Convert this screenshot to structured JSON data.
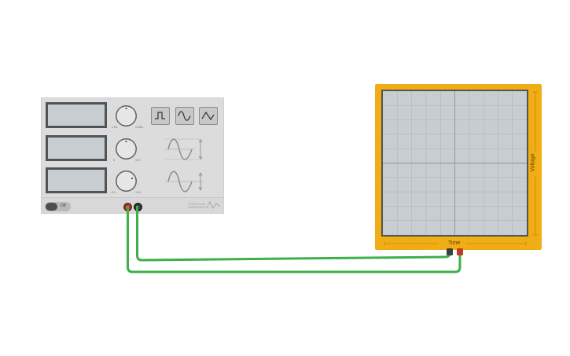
{
  "function_generator": {
    "knob_frequency": {
      "min_label": "1 Hz",
      "max_label": "1 MHz"
    },
    "knob_amplitude": {
      "min_label": "0",
      "max_label": "10 V"
    },
    "knob_offset": {
      "min_label": "-5 V",
      "max_label": "+5 V"
    },
    "waveform_buttons": [
      "square-wave-icon",
      "sine-wave-icon",
      "triangle-wave-icon"
    ],
    "power_label": "Off",
    "brand_line1": "FUNCTION",
    "brand_line2": "GENERATOR",
    "terminals": {
      "positive_color": "#c0392b",
      "ground_color": "#3a3f3f"
    }
  },
  "oscilloscope": {
    "x_label": "Time",
    "y_label": "Voltage",
    "frame_color": "#f1ad16"
  },
  "wire_color": "#3cb04a"
}
